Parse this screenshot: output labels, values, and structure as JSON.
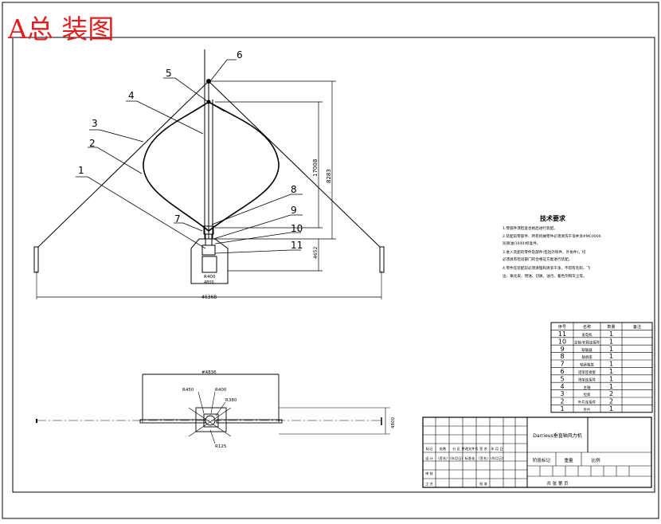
{
  "title": "A总 装图",
  "balloons": [
    "1",
    "2",
    "3",
    "4",
    "5",
    "6",
    "7",
    "8",
    "9",
    "10",
    "11"
  ],
  "dimensions": {
    "height_1": "17008",
    "height_2": "8283",
    "height_3": "4652",
    "base_width": "4800",
    "base_radius": "R400",
    "span": "46368",
    "plan_span": "#4836",
    "plan_height": "4800",
    "r450": "R450",
    "r400": "R400",
    "r380": "R380",
    "r125": "R125"
  },
  "tech_req": {
    "heading": "技术要求",
    "lines": [
      "1.零部件须检查合格后进行装配。",
      "2.装配前零部件、所有机械零件必须清洗干净并涂#MC0000",
      "润滑油(1040)标准件。",
      "3.进入装配的零件及部件(包括外购件、外协件)，均",
      "必须具有检验部门的合格证方能进行装配。",
      "4.零件在装配前必须清理和清洗干净，不得有毛刺、飞",
      "边、氧化皮、锈蚀、切屑、油污、着色剂和灰尘等。"
    ]
  },
  "bom": {
    "header": [
      "序号",
      "名称",
      "数量",
      "备注"
    ],
    "rows": [
      [
        "11",
        "发电机",
        "1",
        ""
      ],
      [
        "10",
        "主轴-轮毂连接件",
        "1",
        ""
      ],
      [
        "9",
        "联轴器",
        "1",
        ""
      ],
      [
        "8",
        "轴承座",
        "1",
        ""
      ],
      [
        "7",
        "轴承端盖",
        "1",
        ""
      ],
      [
        "6",
        "塔架连接套",
        "1",
        ""
      ],
      [
        "5",
        "塔架连接件",
        "1",
        ""
      ],
      [
        "4",
        "主轴",
        "1",
        ""
      ],
      [
        "3",
        "拉索",
        "2",
        ""
      ],
      [
        "2",
        "叶片连接件",
        "2",
        ""
      ],
      [
        "1",
        "叶片",
        "1",
        ""
      ]
    ]
  },
  "title_block": {
    "drawing_name": "Darrieus垂直轴风力机",
    "row1": [
      "标记",
      "处数",
      "分 区",
      "更改文件号",
      "签 名",
      "年 月 日"
    ],
    "row2": [
      "设 计",
      "(签名)",
      "(年月日)",
      "标准化",
      "(签名)",
      "(年月日)"
    ],
    "stage_label": "阶段标记",
    "weight_label": "重量",
    "scale_label": "比例",
    "row3": [
      "审 核"
    ],
    "row4": [
      "工 艺",
      "",
      "",
      "批 准"
    ],
    "sheets": "共   张   第   页"
  }
}
